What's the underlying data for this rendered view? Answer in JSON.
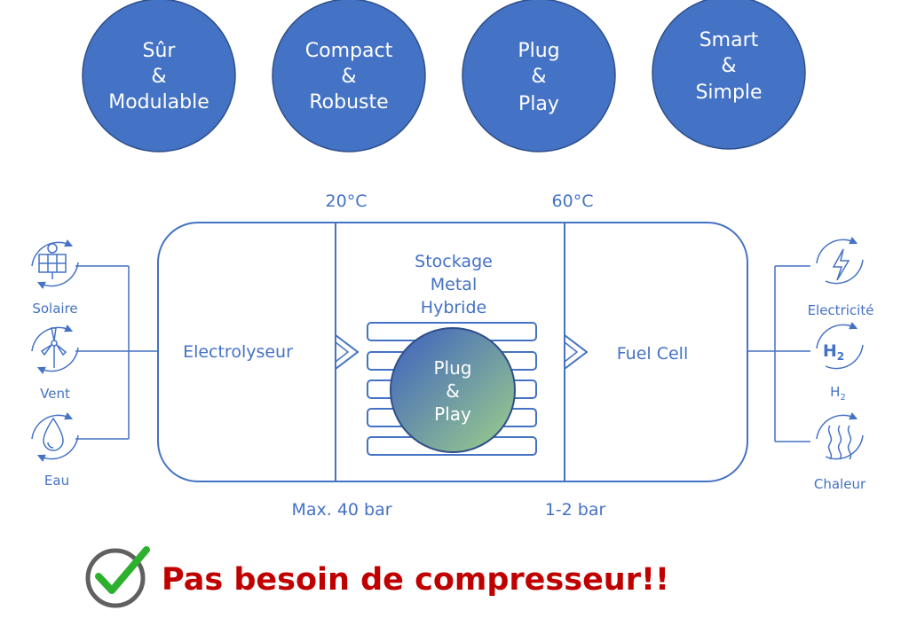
{
  "features": [
    {
      "line1": "Sûr",
      "line2": "&",
      "line3": "Modulable"
    },
    {
      "line1": "Compact",
      "line2": "&",
      "line3": "Robuste"
    },
    {
      "line1": "Plug",
      "line2": "&",
      "line3": "Play"
    },
    {
      "line1": "Smart",
      "line2": "&",
      "line3": "Simple"
    }
  ],
  "system": {
    "temp_electrolyser": "20°C",
    "temp_fuelcell": "60°C",
    "pressure_electrolyser": "Max. 40 bar",
    "pressure_fuelcell": "1-2 bar",
    "electrolyser": "Electrolyseur",
    "storage": {
      "line1": "Stockage",
      "line2": "Metal",
      "line3": "Hybride"
    },
    "fuel_cell": "Fuel Cell",
    "plug_play": {
      "line1": "Plug",
      "line2": "&",
      "line3": "Play"
    }
  },
  "inputs": [
    {
      "label": "Solaire",
      "icon": "solar-panel-icon"
    },
    {
      "label": "Vent",
      "icon": "wind-turbine-icon"
    },
    {
      "label": "Eau",
      "icon": "water-drop-icon"
    }
  ],
  "outputs": [
    {
      "label": "Electricité",
      "icon": "lightning-icon"
    },
    {
      "label": "H",
      "sub": "2",
      "icon": "hydrogen-icon",
      "icon_text": "H",
      "icon_sub": "2"
    },
    {
      "label": "Chaleur",
      "icon": "heat-icon"
    }
  ],
  "headline": "Pas besoin de compresseur!!",
  "colors": {
    "accent": "#4472c4",
    "headline": "#c00000",
    "check": "#2db02d"
  }
}
